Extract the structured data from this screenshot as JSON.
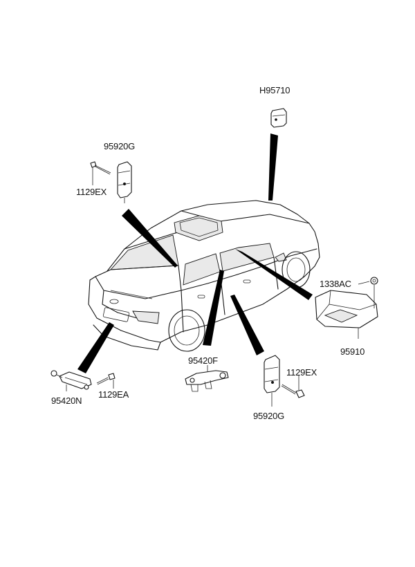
{
  "labels": {
    "h95710": "H95710",
    "p95920g_top": "95920G",
    "p1129ex_top": "1129EX",
    "p1338ac": "1338AC",
    "p95910": "95910",
    "p95420f": "95420F",
    "p1129ex_bottom": "1129EX",
    "p95920g_bottom": "95920G",
    "p95420n": "95420N",
    "p1129ea": "1129EA"
  }
}
